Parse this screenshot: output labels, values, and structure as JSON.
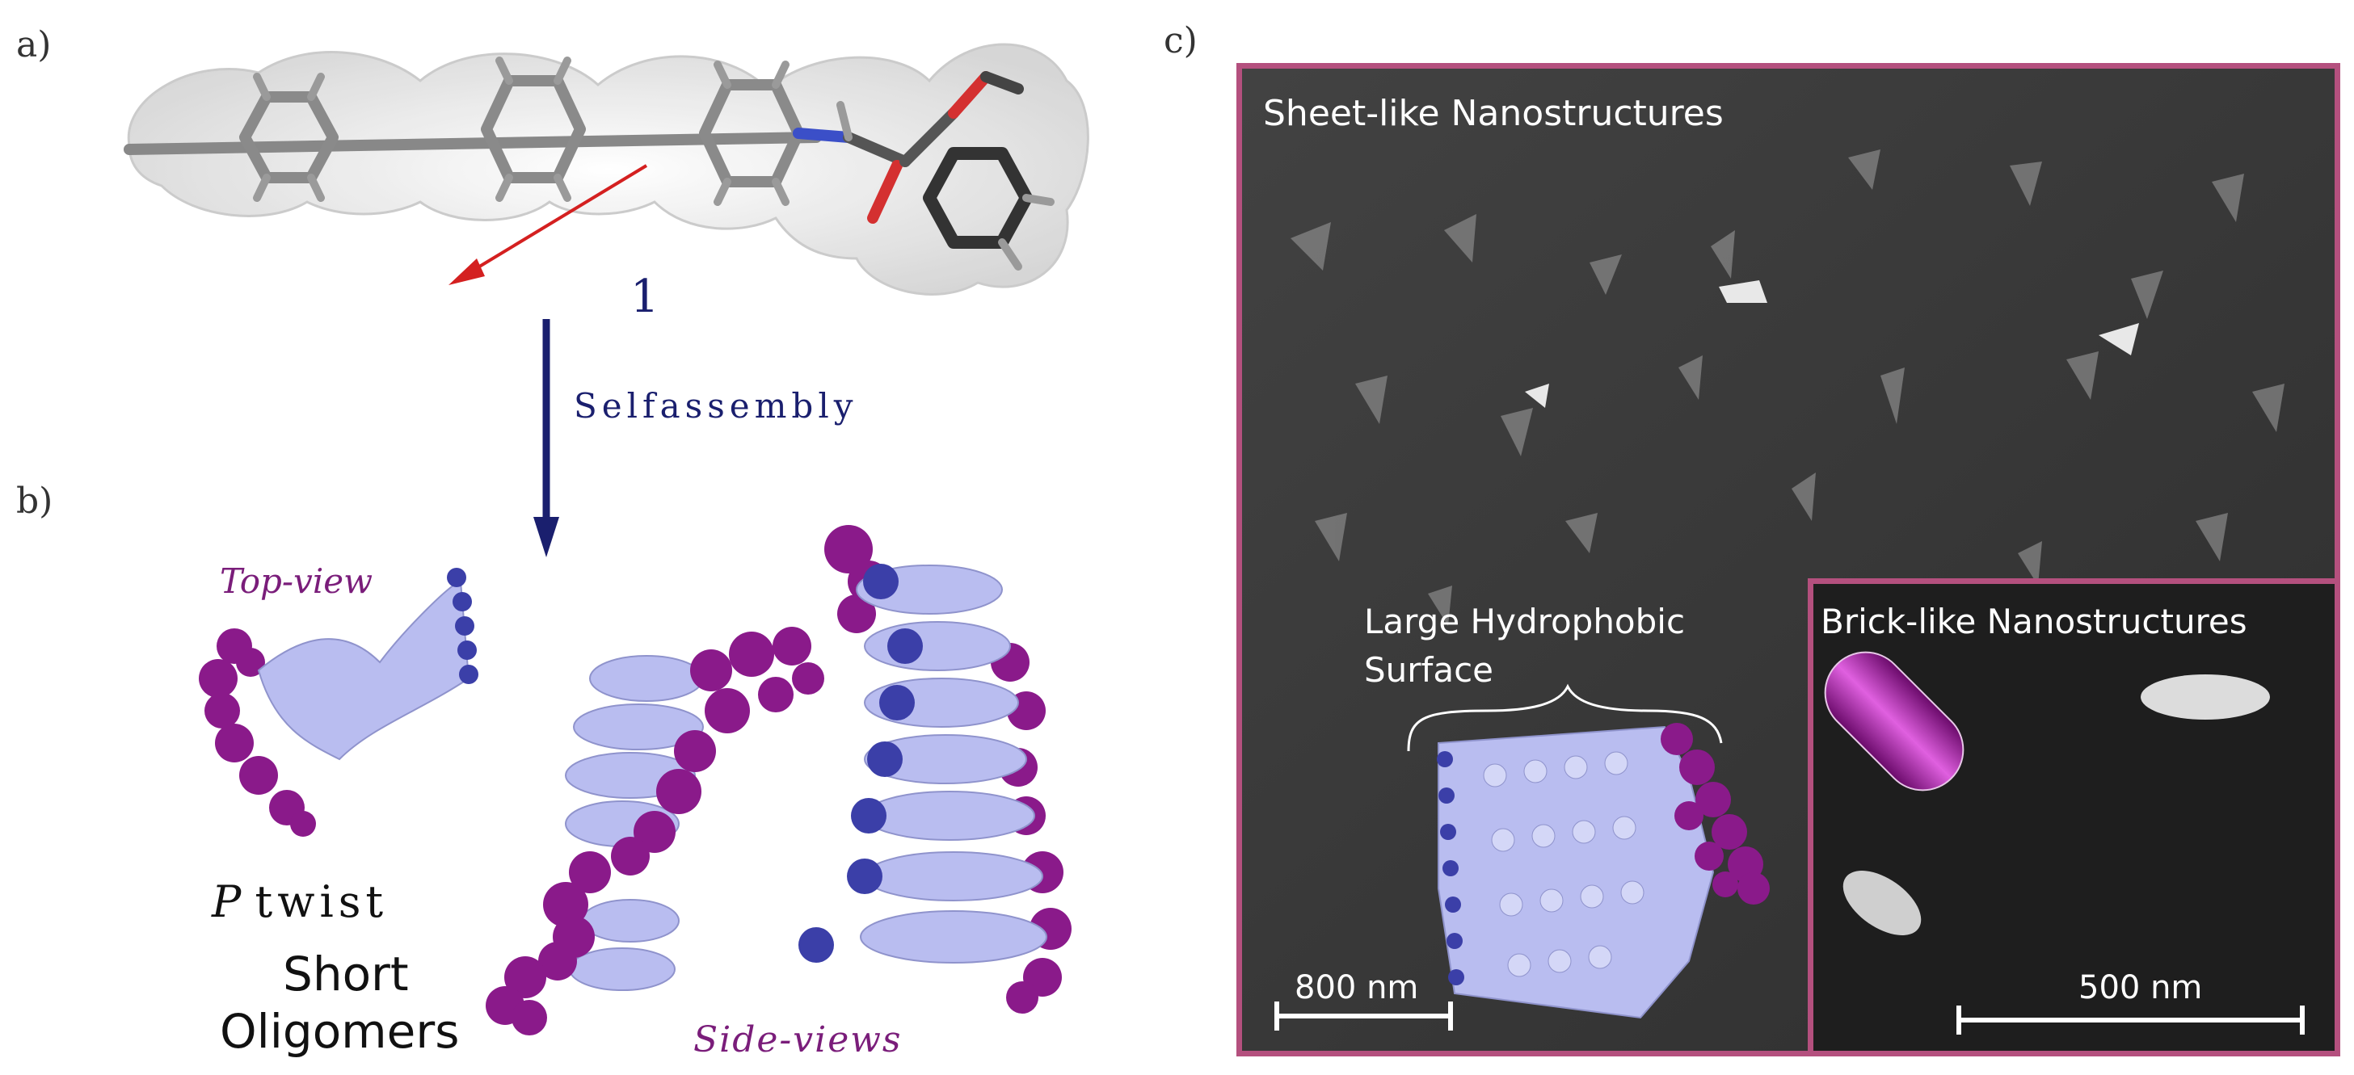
{
  "panels": {
    "a": {
      "label": "a)",
      "compound_number": "1"
    },
    "arrow": {
      "label": "Selfassembly"
    },
    "b": {
      "label": "b)",
      "top_view": "Top-view",
      "side_views": "Side-views",
      "twist": "P",
      "twist_rest": "twist",
      "short_line1": "Short",
      "short_line2": "Oligomers"
    },
    "c": {
      "label": "c)",
      "main_title": "Sheet-like Nanostructures",
      "surface_line1": "Large Hydrophobic",
      "surface_line2": "Surface",
      "scale_main": "800 nm",
      "inset_title": "Brick-like Nanostructures",
      "scale_inset": "500 nm"
    }
  },
  "colors": {
    "frame": "#b4507e",
    "purple_atoms": "#8a1a8a",
    "lavender_atoms": "#b9bdf0",
    "blue_atoms": "#3b3fa8",
    "arrow": "#1a1f6e",
    "dipole": "#d42020"
  }
}
